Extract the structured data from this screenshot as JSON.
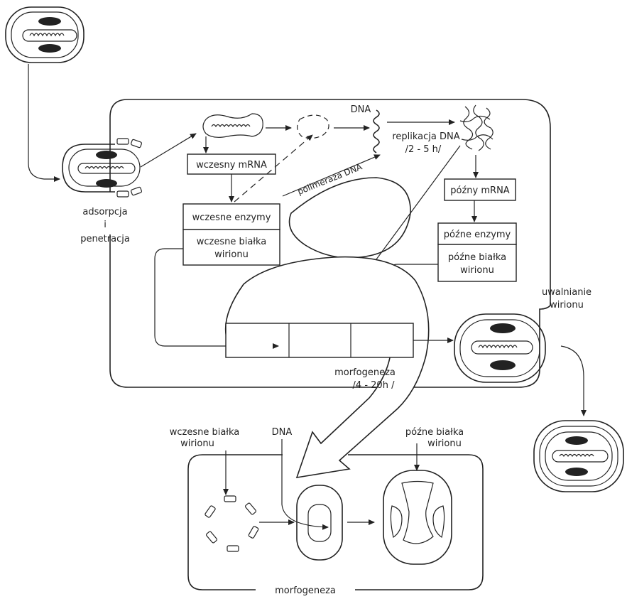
{
  "labels": {
    "dna_top": "DNA",
    "replikacja_1": "replikacja DNA",
    "replikacja_2": "/2 - 5 h/",
    "polimeraza": "polimeraza DNA",
    "wczesny_mrna": "wczesny mRNA",
    "wczesne_enzymy": "wczesne enzymy",
    "wczesne_bialka_1": "wczesne białka",
    "wczesne_bialka_2": "wirionu",
    "adsorpcja_1": "adsorpcja",
    "adsorpcja_2": "i",
    "adsorpcja_3": "penetracja",
    "pozny_mrna": "późny mRNA",
    "pozne_enzymy": "późne enzymy",
    "pozne_bialka_1": "późne białka",
    "pozne_bialka_2": "wirionu",
    "uwalnianie_1": "uwalnianie",
    "uwalnianie_2": "wirionu",
    "morfogeneza_mid_1": "morfogeneza",
    "morfogeneza_mid_2": "/4 - 20h /",
    "bottom_wczesne_1": "wczesne białka",
    "bottom_wczesne_2": "wirionu",
    "bottom_dna": "DNA",
    "bottom_pozne_1": "późne białka",
    "bottom_pozne_2": "wirionu",
    "morfogeneza_bottom": "morfogeneza"
  }
}
